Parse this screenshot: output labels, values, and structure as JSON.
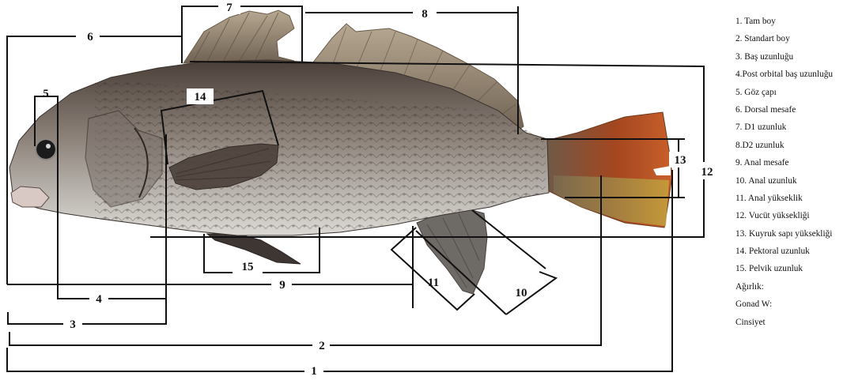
{
  "measure_numbers": {
    "n1": "1",
    "n2": "2",
    "n3": "3",
    "n4": "4",
    "n5": "5",
    "n6": "6",
    "n7": "7",
    "n8": "8",
    "n9": "9",
    "n10": "10",
    "n11": "11",
    "n12": "12",
    "n13": "13",
    "n14": "14",
    "n15": "15"
  },
  "legend": [
    "1. Tam boy",
    "2. Standart boy",
    "3. Baş uzunluğu",
    "4.Post orbital baş uzunluğu",
    "5. Göz çapı",
    "6. Dorsal mesafe",
    "7. D1 uzunluk",
    "8.D2 uzunluk",
    "9. Anal mesafe",
    "10. Anal uzunluk",
    "11. Anal yükseklik",
    "12. Vucüt yüksekliği",
    "13. Kuyruk sapı yüksekliği",
    "14. Pektoral uzunluk",
    "15. Pelvik uzunluk",
    "Ağırlık:",
    "Gonad W:",
    "Cinsiyet"
  ],
  "colors": {
    "line": "#111111",
    "body_dark": "#5b4e46",
    "body_light": "#b6b0aa",
    "belly": "#d9d6d2",
    "fin": "#8a7a68",
    "tail": "#b04a1e",
    "tail_light": "#c89a3a"
  }
}
